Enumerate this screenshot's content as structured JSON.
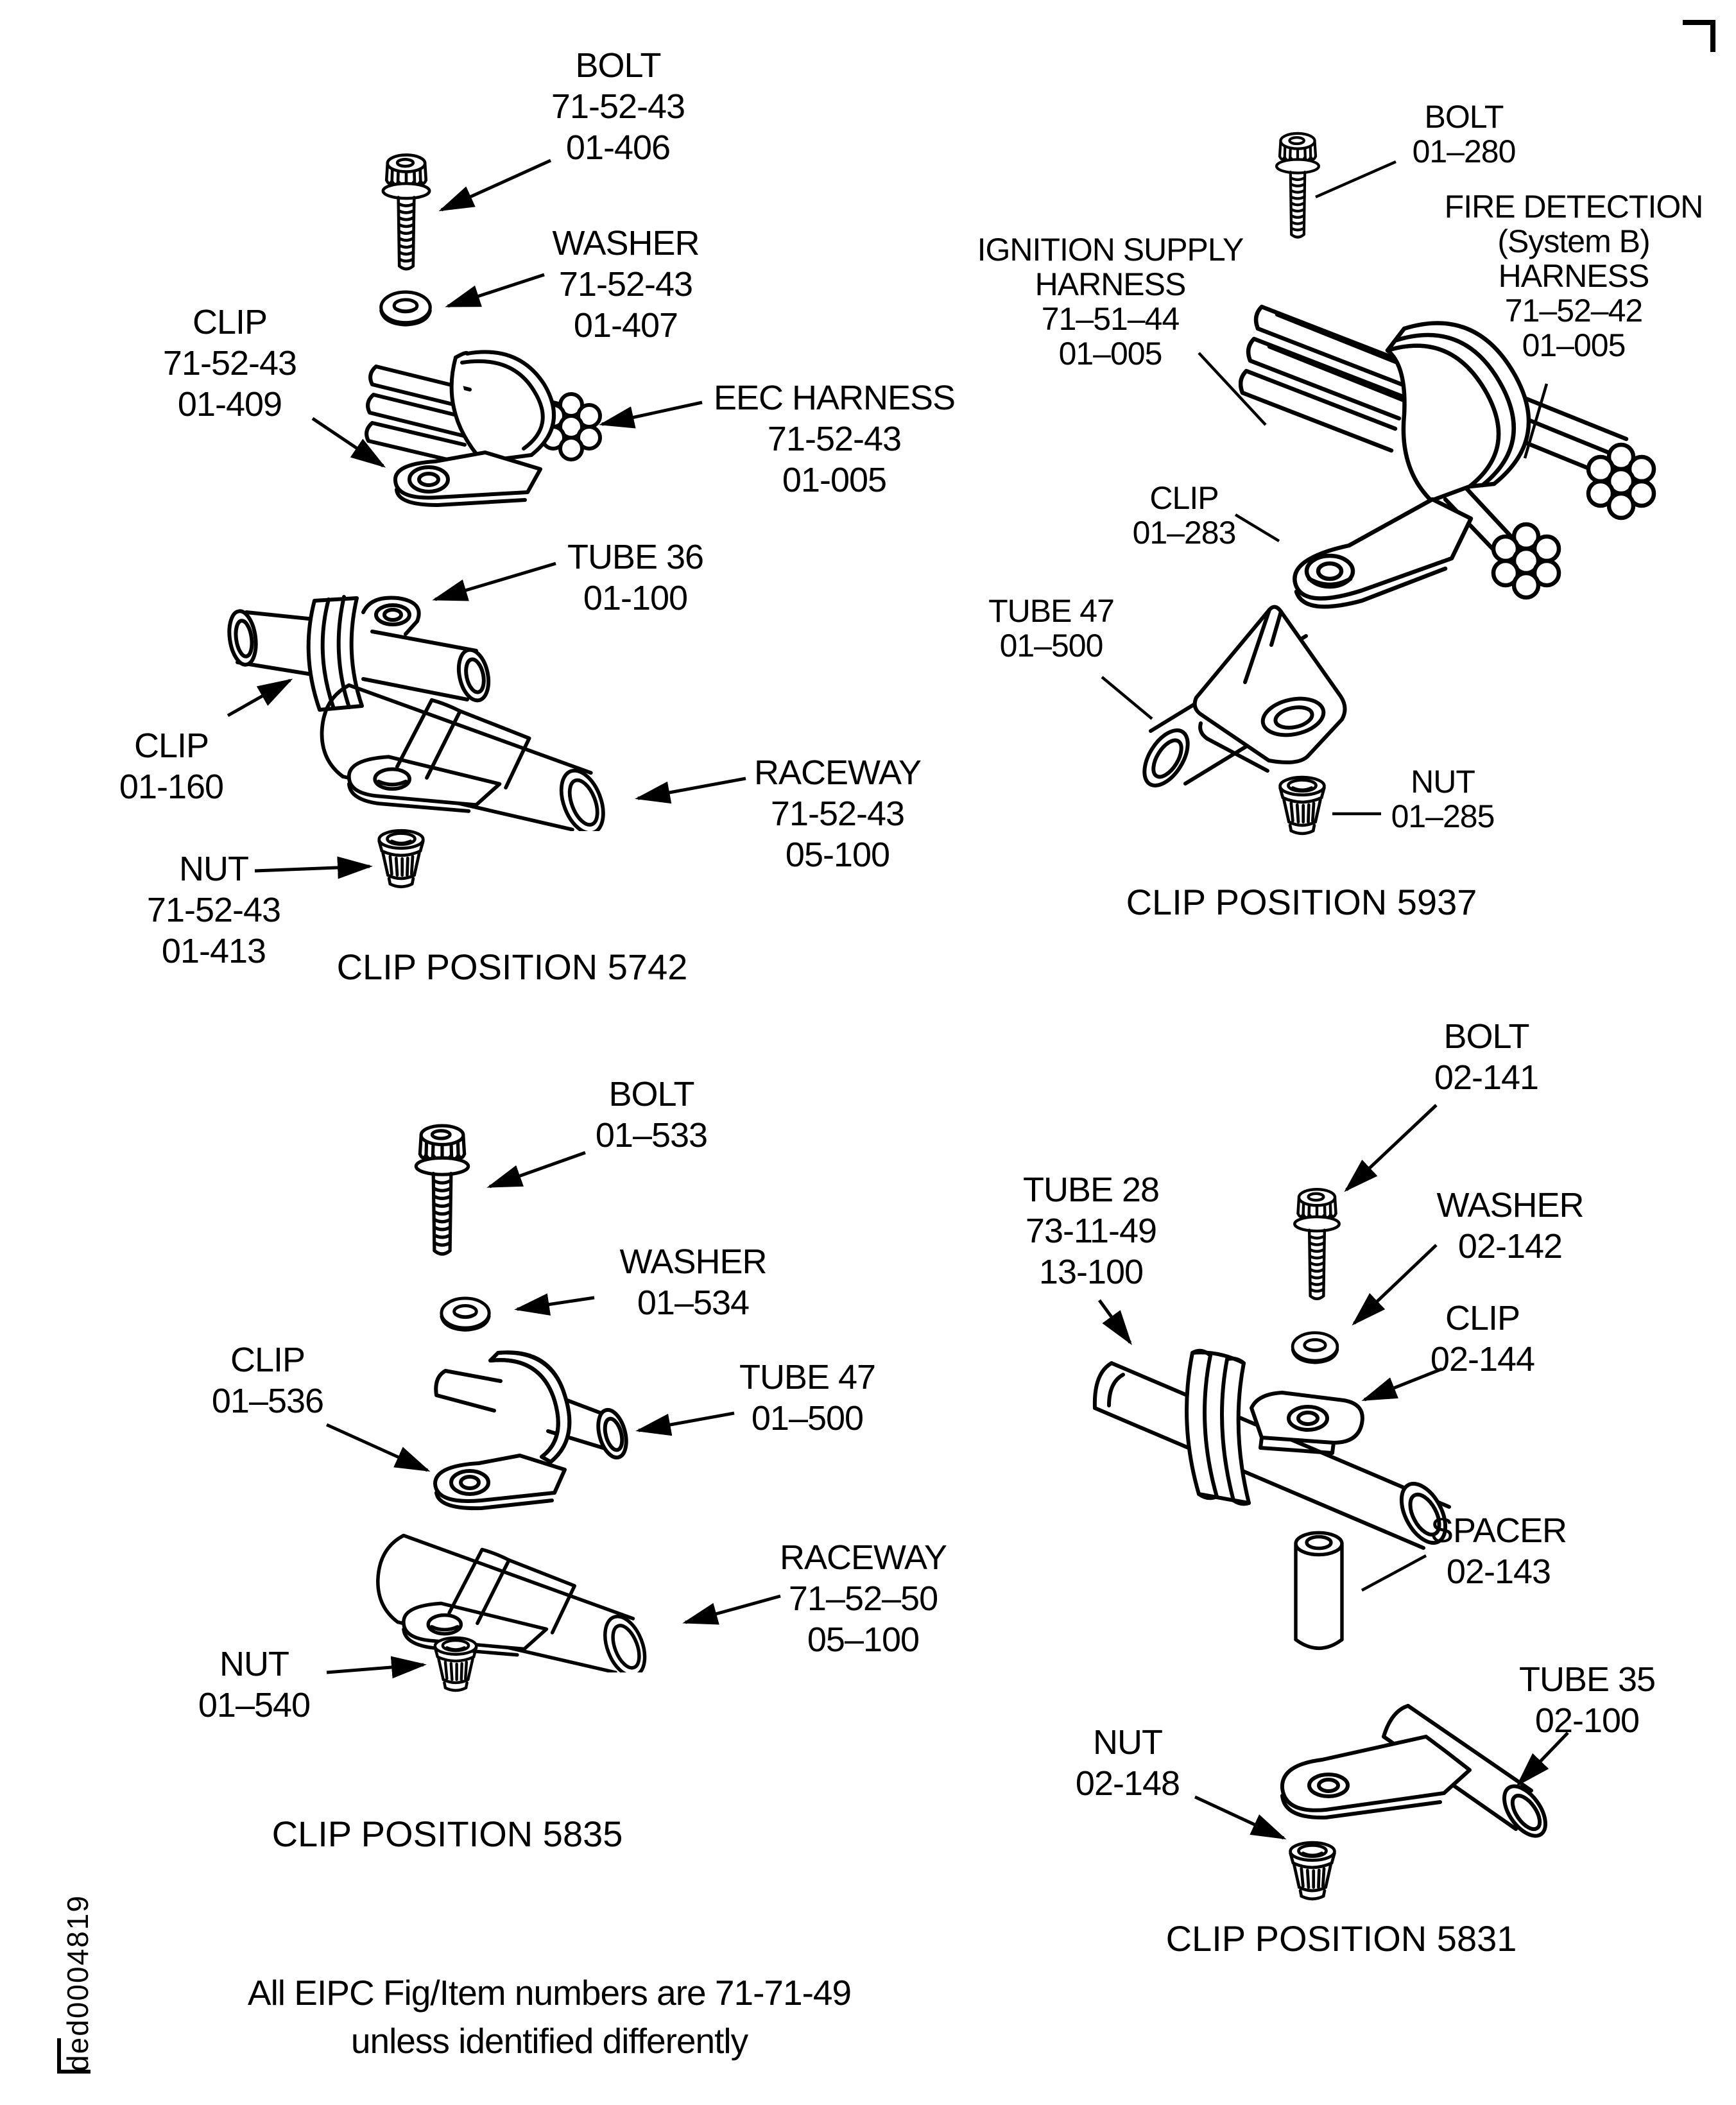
{
  "image_id": "ded0004819",
  "footnote": {
    "line1": "All EIPC Fig/Item numbers are 71-71-49",
    "line2": "unless identified differently"
  },
  "q5742": {
    "caption": "CLIP POSITION 5742",
    "bolt": {
      "l1": "BOLT",
      "l2": "71-52-43",
      "l3": "01-406"
    },
    "washer": {
      "l1": "WASHER",
      "l2": "71-52-43",
      "l3": "01-407"
    },
    "clip": {
      "l1": "CLIP",
      "l2": "71-52-43",
      "l3": "01-409"
    },
    "eec": {
      "l1": "EEC HARNESS",
      "l2": "71-52-43",
      "l3": "01-005"
    },
    "tube36": {
      "l1": "TUBE 36",
      "l2": "01-100"
    },
    "clip160": {
      "l1": "CLIP",
      "l2": "01-160"
    },
    "raceway": {
      "l1": "RACEWAY",
      "l2": "71-52-43",
      "l3": "05-100"
    },
    "nut": {
      "l1": "NUT",
      "l2": "71-52-43",
      "l3": "01-413"
    }
  },
  "q5937": {
    "caption": "CLIP POSITION 5937",
    "bolt": {
      "l1": "BOLT",
      "l2": "01–280"
    },
    "ignition": {
      "l1": "IGNITION SUPPLY",
      "l2": "HARNESS",
      "l3": "71–51–44",
      "l4": "01–005"
    },
    "fire": {
      "l1": "FIRE DETECTION",
      "l2": "(System B)",
      "l3": "HARNESS",
      "l4": "71–52–42",
      "l5": "01–005"
    },
    "clip283": {
      "l1": "CLIP",
      "l2": "01–283"
    },
    "tube47": {
      "l1": "TUBE 47",
      "l2": "01–500"
    },
    "nut": {
      "l1": "NUT",
      "l2": "01–285"
    }
  },
  "q5835": {
    "caption": "CLIP POSITION 5835",
    "bolt": {
      "l1": "BOLT",
      "l2": "01–533"
    },
    "washer": {
      "l1": "WASHER",
      "l2": "01–534"
    },
    "clip": {
      "l1": "CLIP",
      "l2": "01–536"
    },
    "tube47": {
      "l1": "TUBE 47",
      "l2": "01–500"
    },
    "raceway": {
      "l1": "RACEWAY",
      "l2": "71–52–50",
      "l3": "05–100"
    },
    "nut": {
      "l1": "NUT",
      "l2": "01–540"
    }
  },
  "q5831": {
    "caption": "CLIP POSITION 5831",
    "bolt": {
      "l1": "BOLT",
      "l2": "02-141"
    },
    "tube28": {
      "l1": "TUBE 28",
      "l2": "73-11-49",
      "l3": "13-100"
    },
    "washer": {
      "l1": "WASHER",
      "l2": "02-142"
    },
    "clip": {
      "l1": "CLIP",
      "l2": "02-144"
    },
    "spacer": {
      "l1": "SPACER",
      "l2": "02-143"
    },
    "tube35": {
      "l1": "TUBE 35",
      "l2": "02-100"
    },
    "nut": {
      "l1": "NUT",
      "l2": "02-148"
    }
  }
}
